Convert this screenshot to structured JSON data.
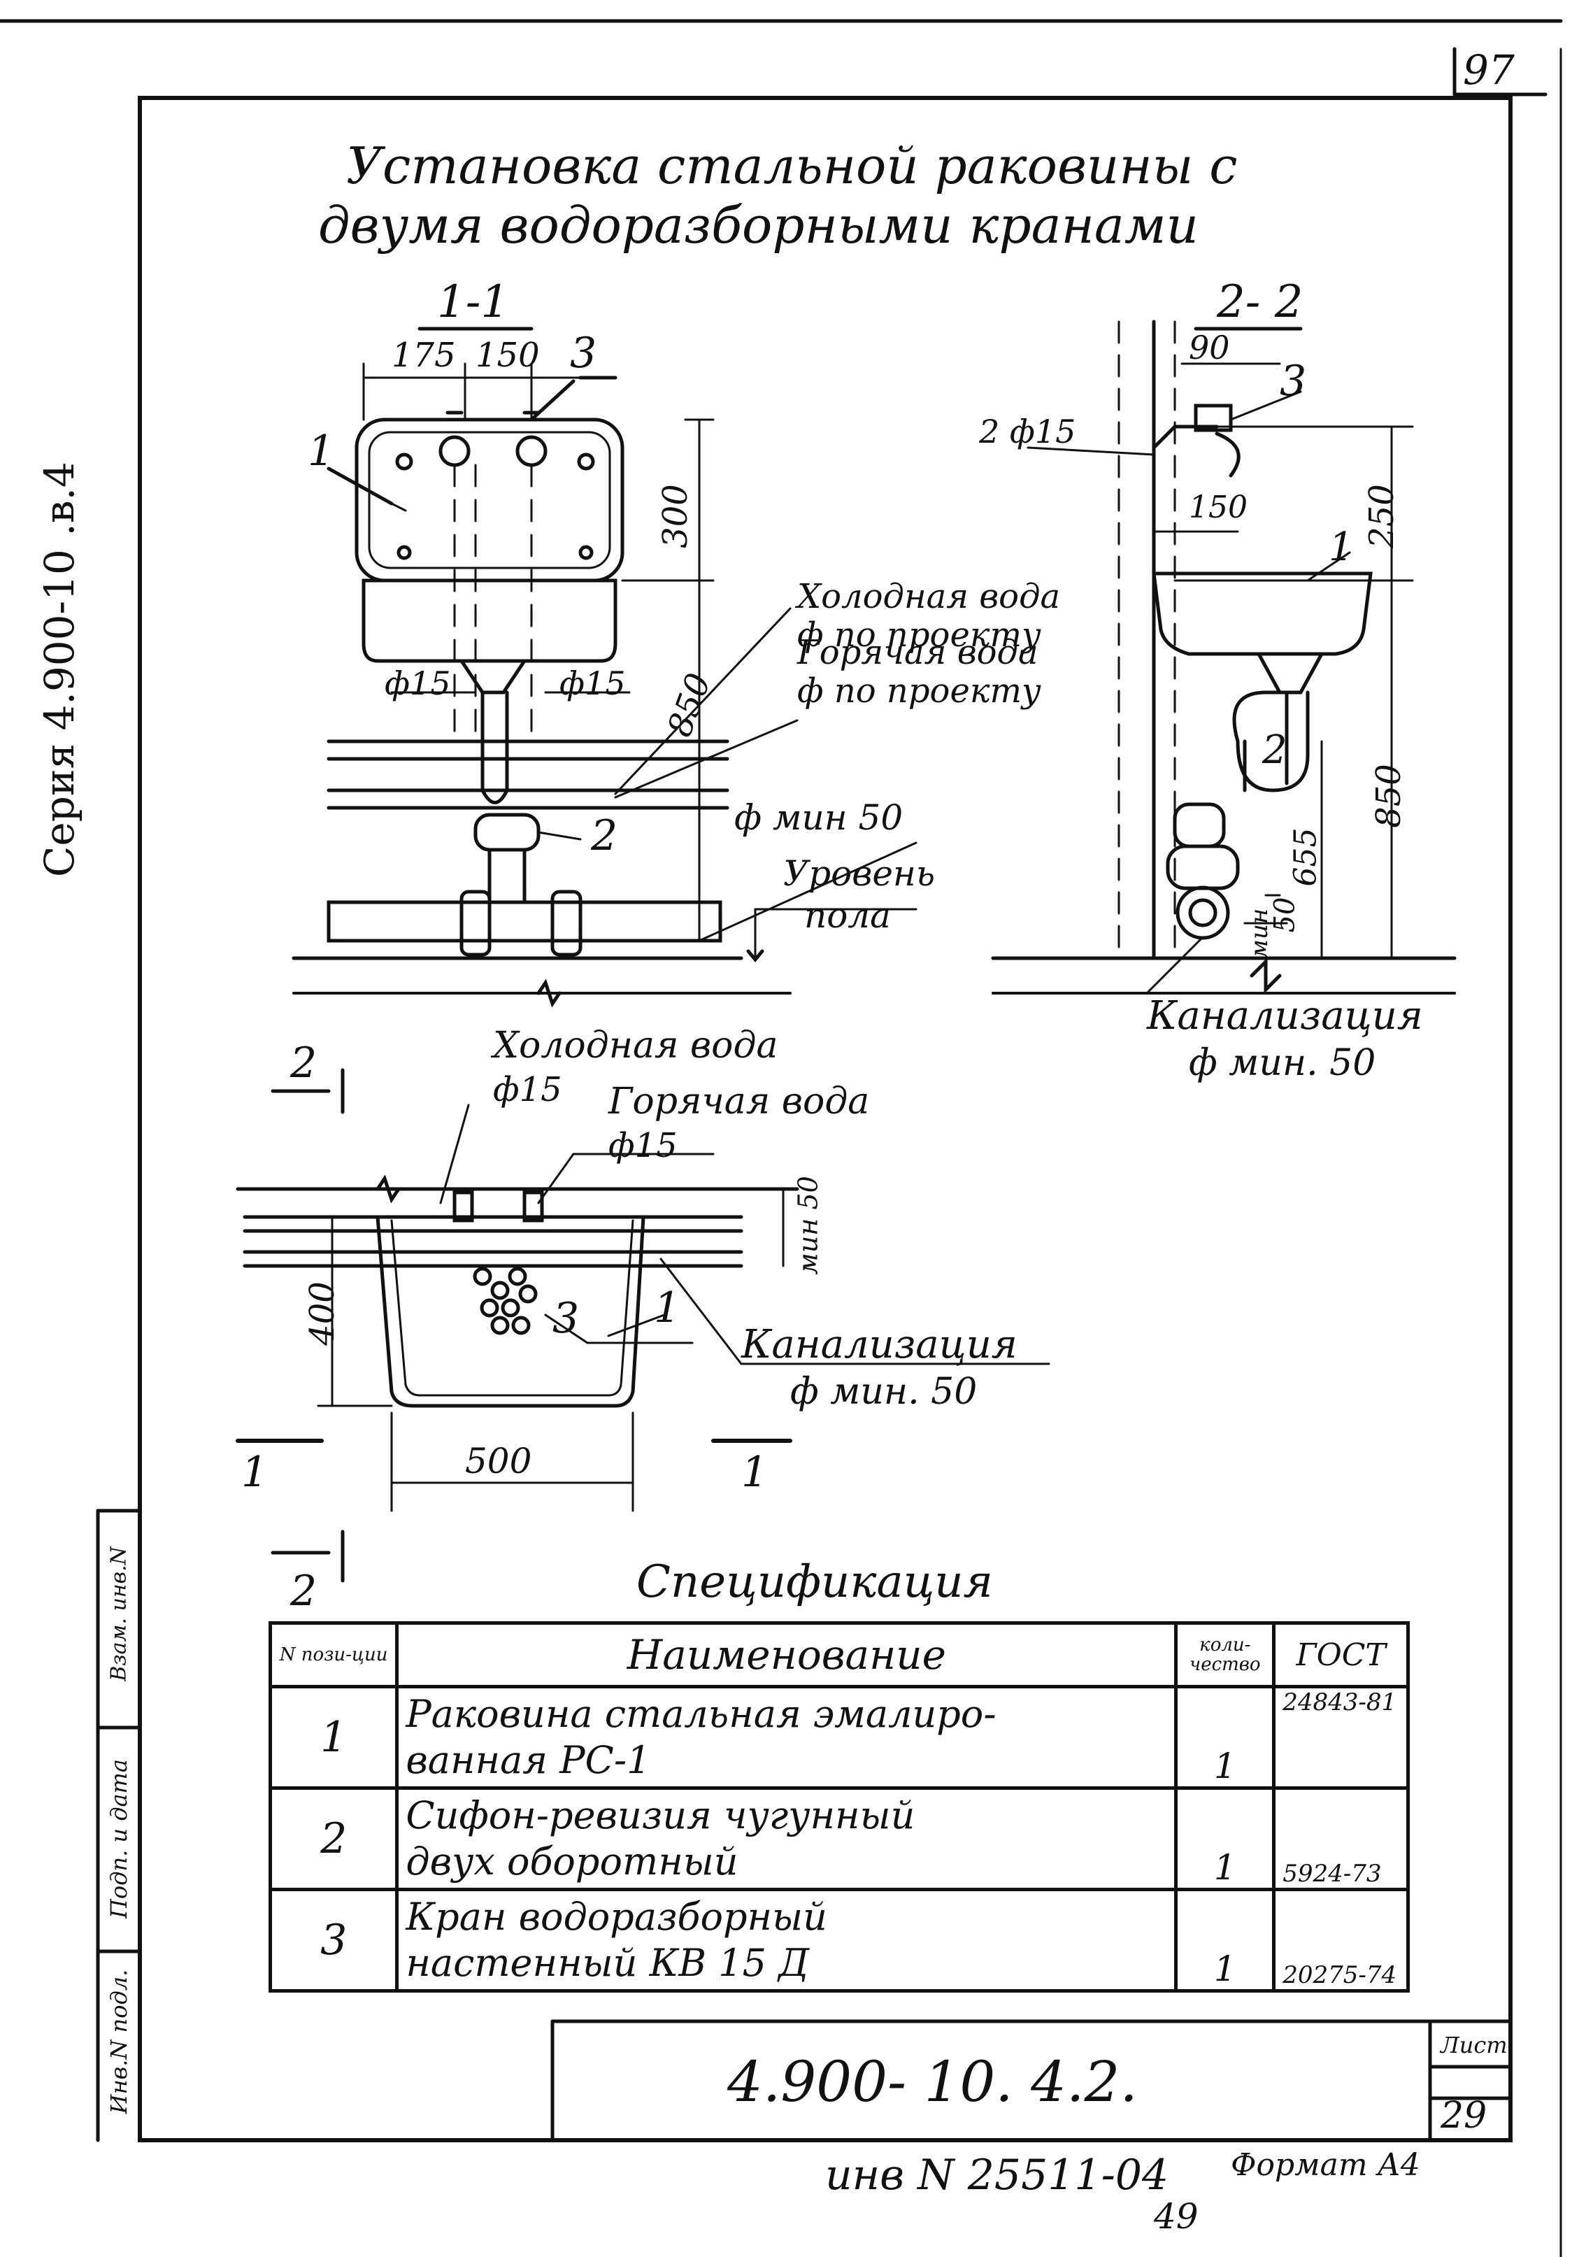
{
  "page_number_top": "97",
  "title_line1": "Установка стальной раковины с",
  "title_line2": "двумя водоразборными кранами",
  "series_label": "Серия 4.900-10 .в.4",
  "section_1_1": {
    "label": "1-1",
    "dim_175": "175",
    "dim_150": "150",
    "dim_300": "300",
    "dim_850": "850",
    "pos_1": "1",
    "pos_2": "2",
    "pos_3": "3",
    "phi15_left": "ф15",
    "phi15_right": "ф15",
    "cold_water_l1": "Холодная вода",
    "cold_water_l2": "ф по проекту",
    "hot_water_l1": "Горячая вода",
    "hot_water_l2": "ф по проекту",
    "sewer_min": "ф мин 50",
    "floor_l1": "Уровень",
    "floor_l2": "пола"
  },
  "section_2_2": {
    "label": "2- 2",
    "dim_90": "90",
    "dim_150": "150",
    "dim_250": "250",
    "dim_850": "850",
    "dim_655": "655",
    "dim_50": "50",
    "min_label": "мин",
    "pipes": "2 ф15",
    "pos_1": "1",
    "pos_2": "2",
    "pos_3": "3",
    "sewer_l1": "Канализация",
    "sewer_l2": "ф мин. 50"
  },
  "plan_view": {
    "cold_water_l1": "Холодная вода",
    "cold_water_l2": "ф15",
    "hot_water_l1": "Горячая вода",
    "hot_water_l2": "ф15",
    "dim_min50": "мин 50",
    "dim_400": "400",
    "dim_500": "500",
    "pos_1": "1",
    "pos_3": "3",
    "sewer_l1": "Канализация",
    "sewer_l2": "ф мин. 50",
    "mark_2_top": "2",
    "mark_2_bottom": "2",
    "mark_1_left": "1",
    "mark_1_right": "1"
  },
  "spec": {
    "title": "Спецификация",
    "headers": {
      "pos": "N пози-ции",
      "name": "Наименование",
      "qty": "коли-чество",
      "gost": "ГОСТ"
    },
    "rows": [
      {
        "pos": "1",
        "name_l1": "Раковина стальная эмалиро-",
        "name_l2": "ванная   РС-1",
        "qty": "1",
        "gost": "24843-81"
      },
      {
        "pos": "2",
        "name_l1": "Сифон-ревизия чугунный",
        "name_l2": "двух оборотный",
        "qty": "1",
        "gost": "5924-73"
      },
      {
        "pos": "3",
        "name_l1": "Кран водоразборный",
        "name_l2": "настенный  КВ 15 Д",
        "qty": "1",
        "gost": "20275-74"
      }
    ]
  },
  "side_stamp": {
    "inv_zam": "Взам. инв.N",
    "sign_date": "Подп. и дата",
    "inv_podl": "Инв.N подл."
  },
  "title_block": {
    "doc_code": "4.900- 10. 4.2.",
    "sheet_label": "Лист",
    "sheet_number": "29"
  },
  "footer": {
    "inv_number": "инв N 25511-04",
    "format": "Формат А4",
    "page_bottom": "49"
  }
}
